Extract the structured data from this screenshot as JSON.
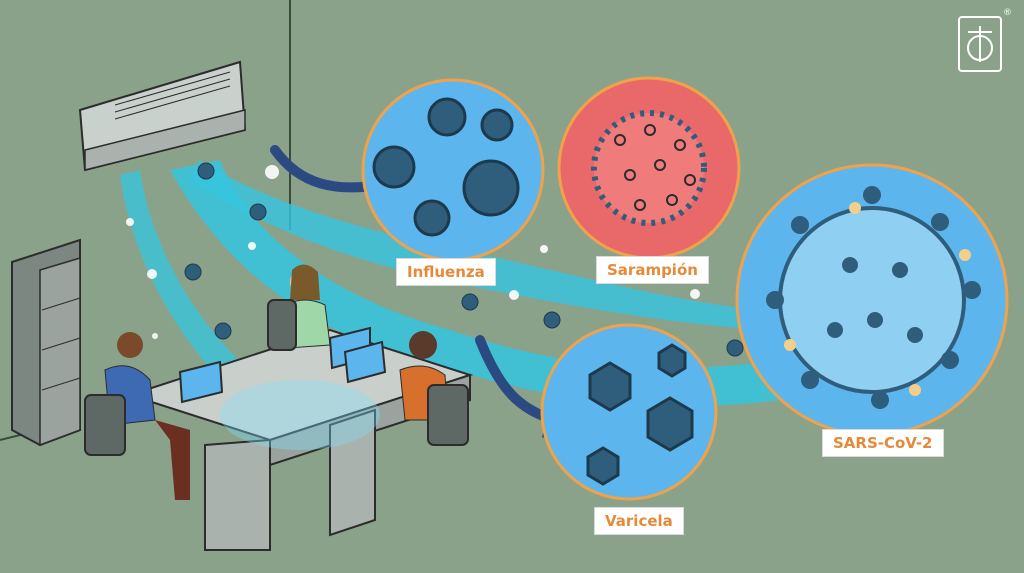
{
  "labels": {
    "influenza": "Influenza",
    "sarampion": "Sarampión",
    "sars": "SARS-CoV-2",
    "varicela": "Varicela"
  },
  "registered_mark": "®",
  "colors": {
    "background": "#8aa28a",
    "airflow": "#34c6e0",
    "bubble_blue": "#5db5ee",
    "bubble_red": "#e9696a",
    "bubble_border": "#f0a24a",
    "virus_dark": "#2f5d7c",
    "label_text": "#e58a3a"
  },
  "icons": [
    "logo-icon",
    "air-conditioner-icon",
    "virus-icon",
    "person-icon",
    "laptop-icon",
    "arrow-icon"
  ]
}
